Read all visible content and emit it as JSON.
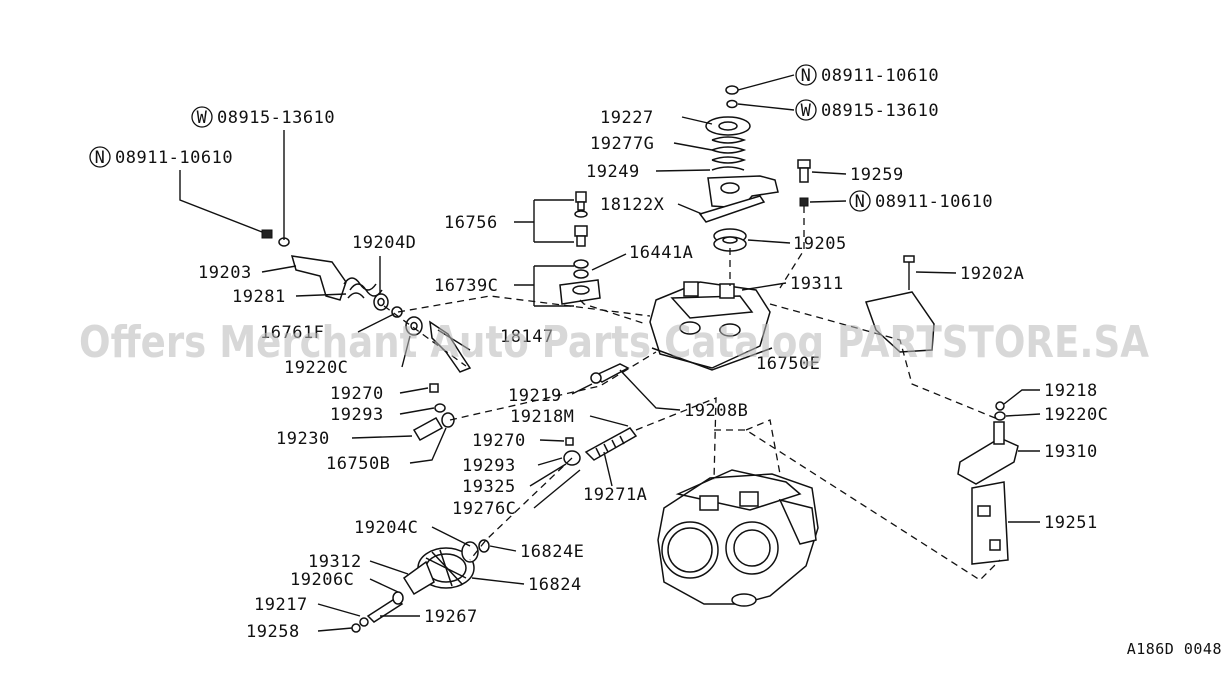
{
  "watermark": "Offers Merchant Auto Parts Catalog PARTSTORE.SA",
  "figure_id": "A186D 0048",
  "callouts": {
    "n_top": {
      "letter": "N",
      "code": "08911-10610"
    },
    "w_top": {
      "letter": "W",
      "code": "08915-13610"
    },
    "n_right": {
      "letter": "N",
      "code": "08911-10610"
    },
    "w_left": {
      "letter": "W",
      "code": "08915-13610"
    },
    "n_left": {
      "letter": "N",
      "code": "08911-10610"
    }
  },
  "labels": {
    "p19227": "19227",
    "p19277G": "19277G",
    "p19249": "19249",
    "p18122X": "18122X",
    "p19259": "19259",
    "p19205": "19205",
    "p16756": "16756",
    "p16441A": "16441A",
    "p16739C": "16739C",
    "p19311": "19311",
    "p19202A": "19202A",
    "p19204D": "19204D",
    "p19203": "19203",
    "p19281": "19281",
    "p16761F": "16761F",
    "p18147": "18147",
    "p19220C_left": "19220C",
    "p16750E": "16750E",
    "p19270_top": "19270",
    "p19293_top": "19293",
    "p19230": "19230",
    "p16750B": "16750B",
    "p19219": "19219",
    "p19208B": "19208B",
    "p19218M": "19218M",
    "p19270_mid": "19270",
    "p19293_mid": "19293",
    "p19325": "19325",
    "p19276C": "19276C",
    "p19271A": "19271A",
    "p19218": "19218",
    "p19220C_right": "19220C",
    "p19310": "19310",
    "p19251": "19251",
    "p19204C": "19204C",
    "p16824E": "16824E",
    "p19312": "19312",
    "p19206C": "19206C",
    "p16824": "16824",
    "p19217": "19217",
    "p19267": "19267",
    "p19258": "19258"
  }
}
